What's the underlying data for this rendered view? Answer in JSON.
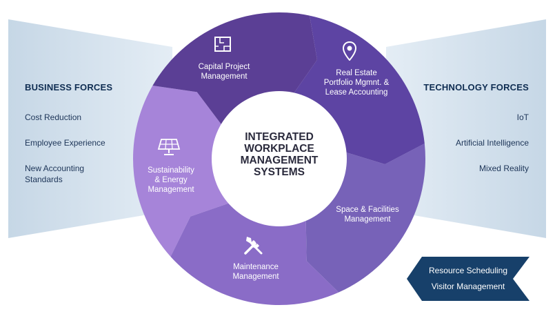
{
  "business_forces": {
    "title": "BUSINESS FORCES",
    "items": [
      "Cost Reduction",
      "Employee Experience",
      "New Accounting Standards"
    ]
  },
  "technology_forces": {
    "title": "TECHNOLOGY FORCES",
    "items": [
      "IoT",
      "Artificial Intelligence",
      "Mixed Reality"
    ]
  },
  "center": {
    "title": "INTEGRATED\nWORKPLACE\nMANAGEMENT\nSYSTEMS"
  },
  "segments": [
    {
      "label": "Capital Project\nManagement",
      "icon": "floor-plan-icon",
      "color": "#5b3f95"
    },
    {
      "label": "Real Estate\nPortfolio Mgmnt. &\nLease Accounting",
      "icon": "location-pin-icon",
      "color": "#5d44a3"
    },
    {
      "label": "Space & Facilities\nManagement",
      "icon": "",
      "color": "#7762b8"
    },
    {
      "label": "Maintenance\nManagement",
      "icon": "tools-icon",
      "color": "#8a6cc7"
    },
    {
      "label": "Sustainability\n& Energy\nManagement",
      "icon": "solar-panel-icon",
      "color": "#a684d9"
    }
  ],
  "badge": {
    "lines": [
      "Resource Scheduling",
      "Visitor Management"
    ],
    "color": "#17406a"
  },
  "colors": {
    "band": "#cfdde9",
    "heading": "#0f2d52",
    "text": "#1c3457"
  }
}
